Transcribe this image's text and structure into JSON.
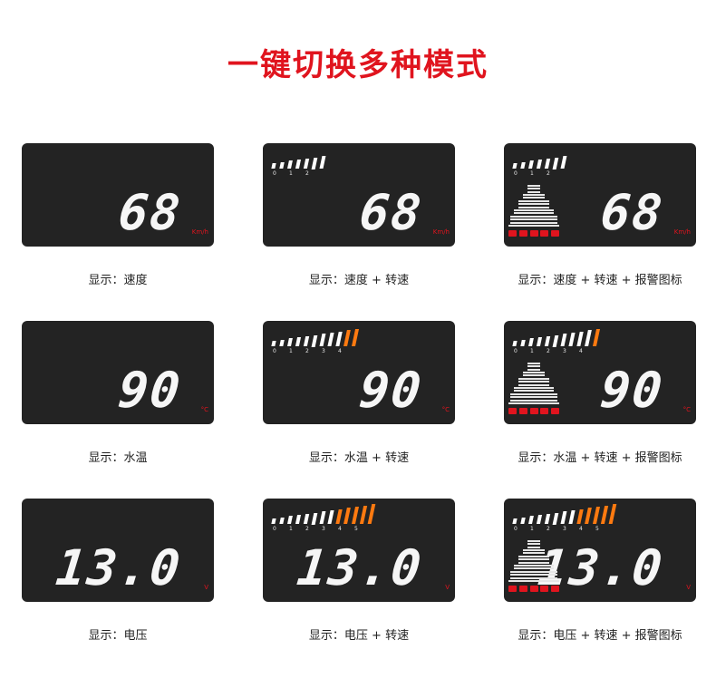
{
  "title": "一键切换多种模式",
  "colors": {
    "title": "#e0141e",
    "panel": "#232323",
    "unit": "#e0141e",
    "rpm_hot": "#ff7a10"
  },
  "units": {
    "speed": "Km/h",
    "temp": "°C",
    "volt": "V"
  },
  "rows": [
    {
      "value": "68",
      "unit_key": "speed",
      "panels": [
        {
          "caption": "显示：速度",
          "rpm": false,
          "alarm": false
        },
        {
          "caption": "显示：速度 + 转速",
          "rpm": true,
          "alarm": false,
          "rpm_labels": [
            "0",
            "1",
            "2"
          ],
          "hot_ticks": 0
        },
        {
          "caption": "显示：速度 + 转速 + 报警图标",
          "rpm": true,
          "alarm": true,
          "rpm_labels": [
            "0",
            "1",
            "2"
          ],
          "hot_ticks": 0
        }
      ]
    },
    {
      "value": "90",
      "unit_key": "temp",
      "panels": [
        {
          "caption": "显示：水温",
          "rpm": false,
          "alarm": false
        },
        {
          "caption": "显示：水温 + 转速",
          "rpm": true,
          "alarm": false,
          "rpm_labels": [
            "0",
            "1",
            "2",
            "3",
            "4"
          ],
          "hot_ticks": 2
        },
        {
          "caption": "显示：水温 + 转速 + 报警图标",
          "rpm": true,
          "alarm": true,
          "rpm_labels": [
            "0",
            "1",
            "2",
            "3",
            "4"
          ],
          "hot_ticks": 1
        }
      ]
    },
    {
      "value": "13.0",
      "unit_key": "volt",
      "panels": [
        {
          "caption": "显示：电压",
          "rpm": false,
          "alarm": false
        },
        {
          "caption": "显示：电压 + 转速",
          "rpm": true,
          "alarm": false,
          "rpm_labels": [
            "0",
            "1",
            "2",
            "3",
            "4",
            "5"
          ],
          "hot_ticks": 5
        },
        {
          "caption": "显示：电压 + 转速 + 报警图标",
          "rpm": true,
          "alarm": true,
          "rpm_labels": [
            "0",
            "1",
            "2",
            "3",
            "4",
            "5"
          ],
          "hot_ticks": 5
        }
      ]
    }
  ]
}
